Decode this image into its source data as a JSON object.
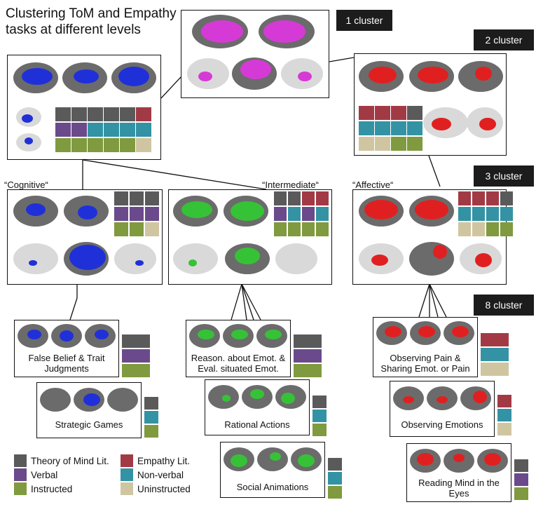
{
  "title": "Clustering ToM and Empathy tasks at different levels",
  "levels": {
    "one": "1 cluster",
    "two": "2 cluster",
    "three": "3 cluster",
    "eight": "8 cluster"
  },
  "groups": {
    "cognitive": "“Cognitive“",
    "intermediate": "“Intermediate“",
    "affective": "“Affective“"
  },
  "subclusters": {
    "false_belief": "False  Belief & Trait Judgments",
    "strategic": "Strategic Games",
    "reasoning": "Reason. about Emot. & Eval. situated Emot.",
    "rational": "Rational Actions",
    "social": "Social Animations",
    "pain": "Observing Pain & Sharing Emot. or Pain",
    "emotions": "Observing Emotions",
    "eyes": "Reading Mind in the Eyes"
  },
  "legend": [
    {
      "label": "Theory of Mind Lit.",
      "color": "#5a5a5a"
    },
    {
      "label": "Empathy Lit.",
      "color": "#a23a45"
    },
    {
      "label": "Verbal",
      "color": "#6b4a8c"
    },
    {
      "label": "Non-verbal",
      "color": "#3393a4"
    },
    {
      "label": "Instructed",
      "color": "#7f9a3f"
    },
    {
      "label": "Uninstructed",
      "color": "#cfc6a1"
    }
  ],
  "colors": {
    "magenta": "#d63ad6",
    "blue": "#2030d8",
    "red": "#e02020",
    "green": "#36c236",
    "brain": "#6b6b6b",
    "brain_light": "#d9d9d9"
  }
}
